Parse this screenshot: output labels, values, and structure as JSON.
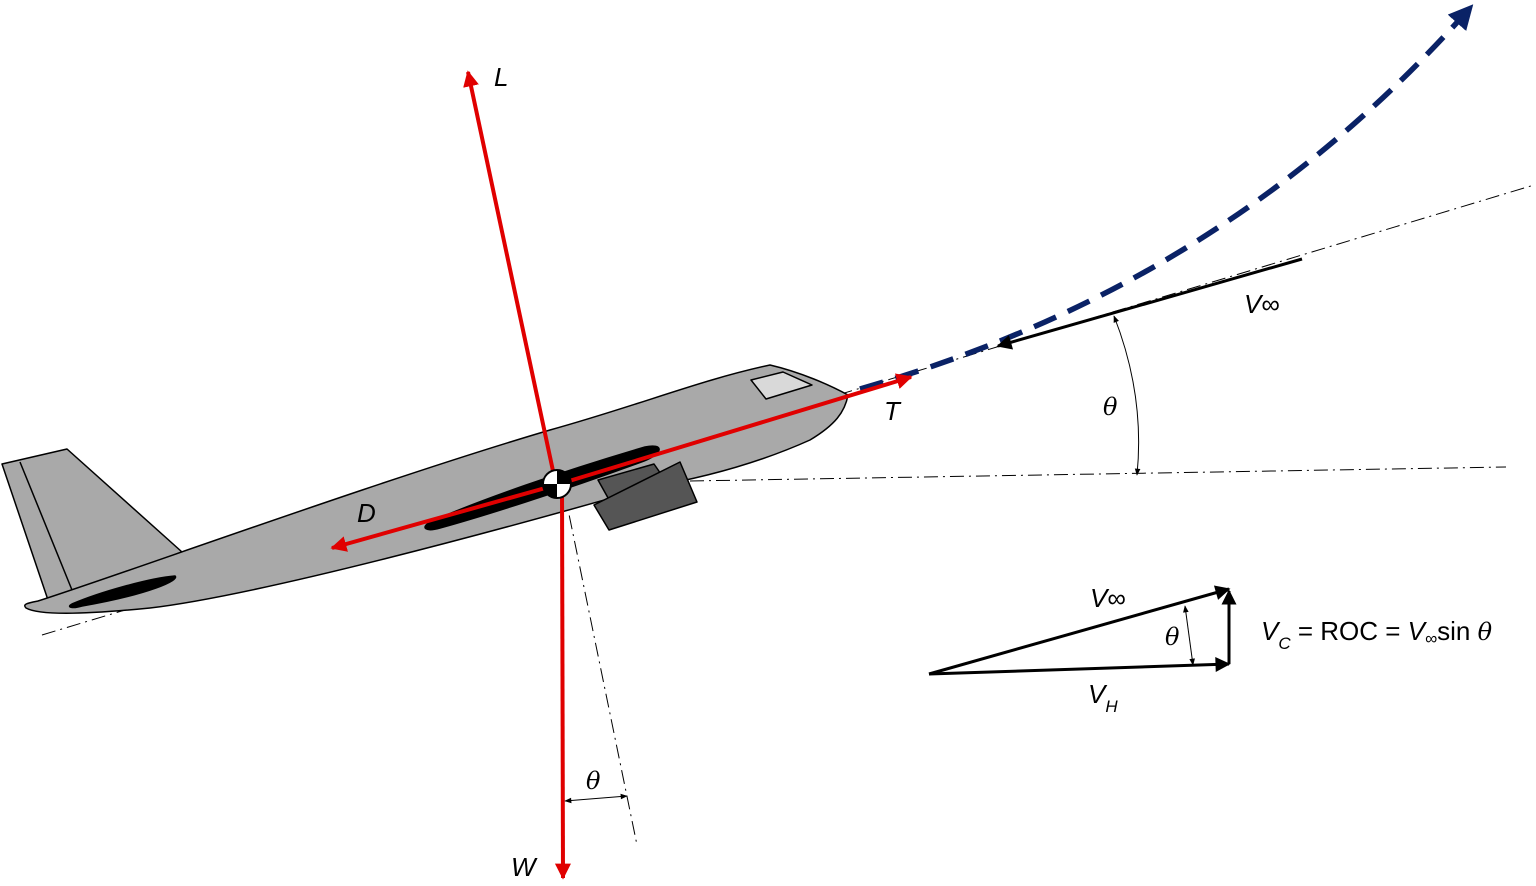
{
  "forces": {
    "lift": "L",
    "thrust": "T",
    "drag": "D",
    "weight": "W"
  },
  "angle_symbol": "θ",
  "velocity": {
    "v_inf_symbol": "V",
    "v_inf_subscript": "∞"
  },
  "triangle": {
    "v_inf_symbol": "V",
    "v_inf_subscript": "∞",
    "v_h_symbol": "V",
    "v_h_subscript": "H"
  },
  "equation": {
    "vc_symbol": "V",
    "vc_subscript": "C",
    "middle": " = ROC = ",
    "vinf_symbol": "V",
    "vinf_subscript": "∞",
    "sin_text": "sin ",
    "theta": "θ"
  },
  "colors": {
    "force_arrow": "#e00000",
    "flight_path": "#0a2266",
    "fuselage": "#a9a9a9",
    "engine": "#555555",
    "window": "#d9d9d9"
  }
}
